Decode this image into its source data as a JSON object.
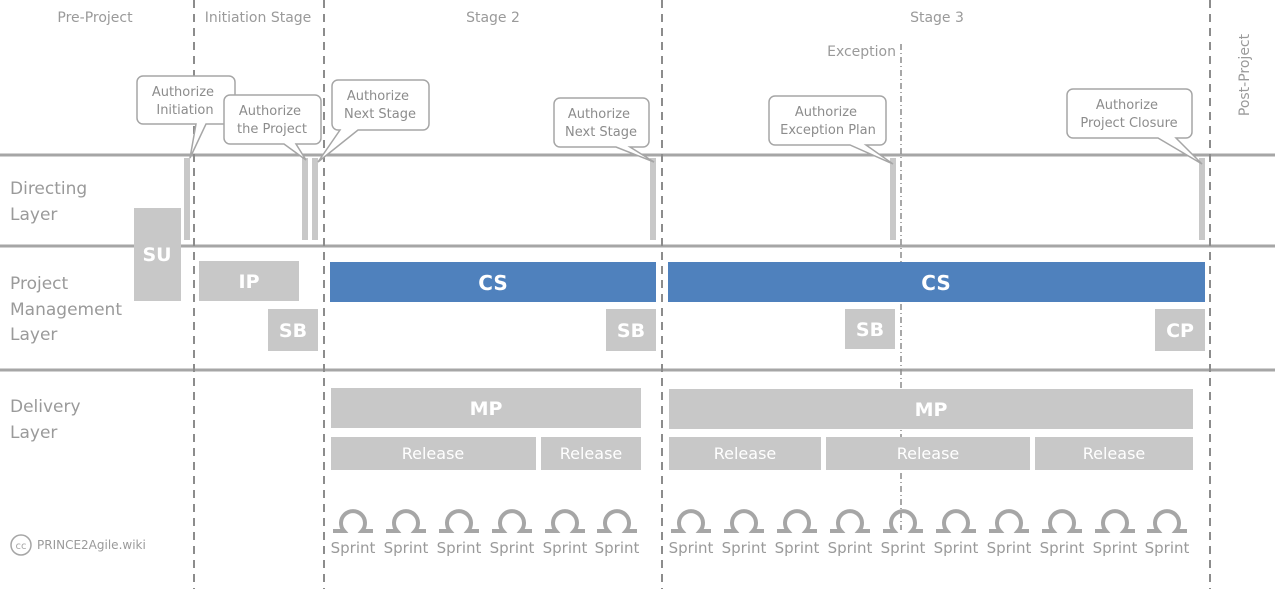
{
  "stages": {
    "pre_project": "Pre-Project",
    "initiation": "Initiation Stage",
    "stage2": "Stage 2",
    "stage3": "Stage 3",
    "post_project": "Post-Project",
    "exception": "Exception"
  },
  "layers": {
    "directing": [
      "Directing",
      "Layer"
    ],
    "management": [
      "Project",
      "Management",
      "Layer"
    ],
    "delivery": [
      "Delivery",
      "Layer"
    ]
  },
  "callouts": {
    "authorize_initiation": [
      "Authorize",
      "Initiation"
    ],
    "authorize_project": [
      "Authorize",
      "the Project"
    ],
    "authorize_next_stage_1": [
      "Authorize",
      "Next Stage"
    ],
    "authorize_next_stage_2": [
      "Authorize",
      "Next Stage"
    ],
    "authorize_exception_plan": [
      "Authorize",
      "Exception Plan"
    ],
    "authorize_project_closure": [
      "Authorize",
      "Project Closure"
    ]
  },
  "boxes": {
    "su": "SU",
    "ip": "IP",
    "sb": "SB",
    "cs": "CS",
    "cp": "CP",
    "mp": "MP",
    "release": "Release",
    "sprint": "Sprint"
  },
  "logo": {
    "icon": "cc",
    "text": "PRINCE2Agile.wiki"
  },
  "colors": {
    "gray": "#c8c8c8",
    "blue": "#4f81bd",
    "line": "#a6a6a6"
  }
}
